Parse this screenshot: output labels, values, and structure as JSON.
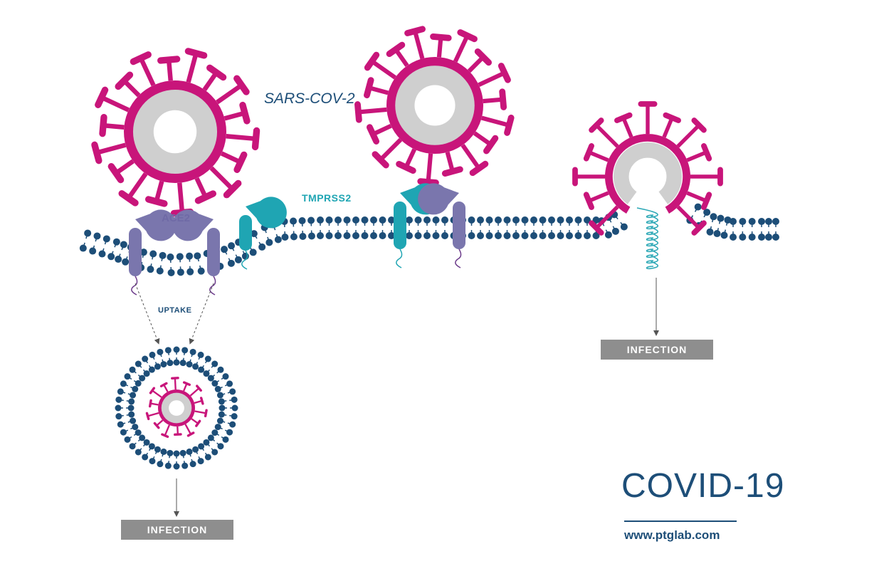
{
  "labels": {
    "virus": "SARS-COV-2",
    "ace2": "ACE2",
    "tmprss2": "TMPRSS2",
    "uptake": "UPTAKE",
    "infection_left": "INFECTION",
    "infection_right": "INFECTION"
  },
  "branding": {
    "title": "COVID-19",
    "url": "www.ptglab.com"
  },
  "colors": {
    "virus_spike": "#c8157a",
    "virus_core": "#cfcfcf",
    "rna": "#2aa7b5",
    "membrane": "#1d4e78",
    "ace2": "#7a76ad",
    "tmprss2": "#1fa5b3",
    "infection_box": "#8e8e8e",
    "arrow": "#555555"
  },
  "icons": {
    "virus": "sars-cov-2-virion-icon",
    "ace2": "ace2-receptor-icon",
    "tmprss2": "tmprss2-protease-icon",
    "membrane": "cell-membrane-bilayer",
    "vesicle": "endosome-vesicle-icon"
  }
}
